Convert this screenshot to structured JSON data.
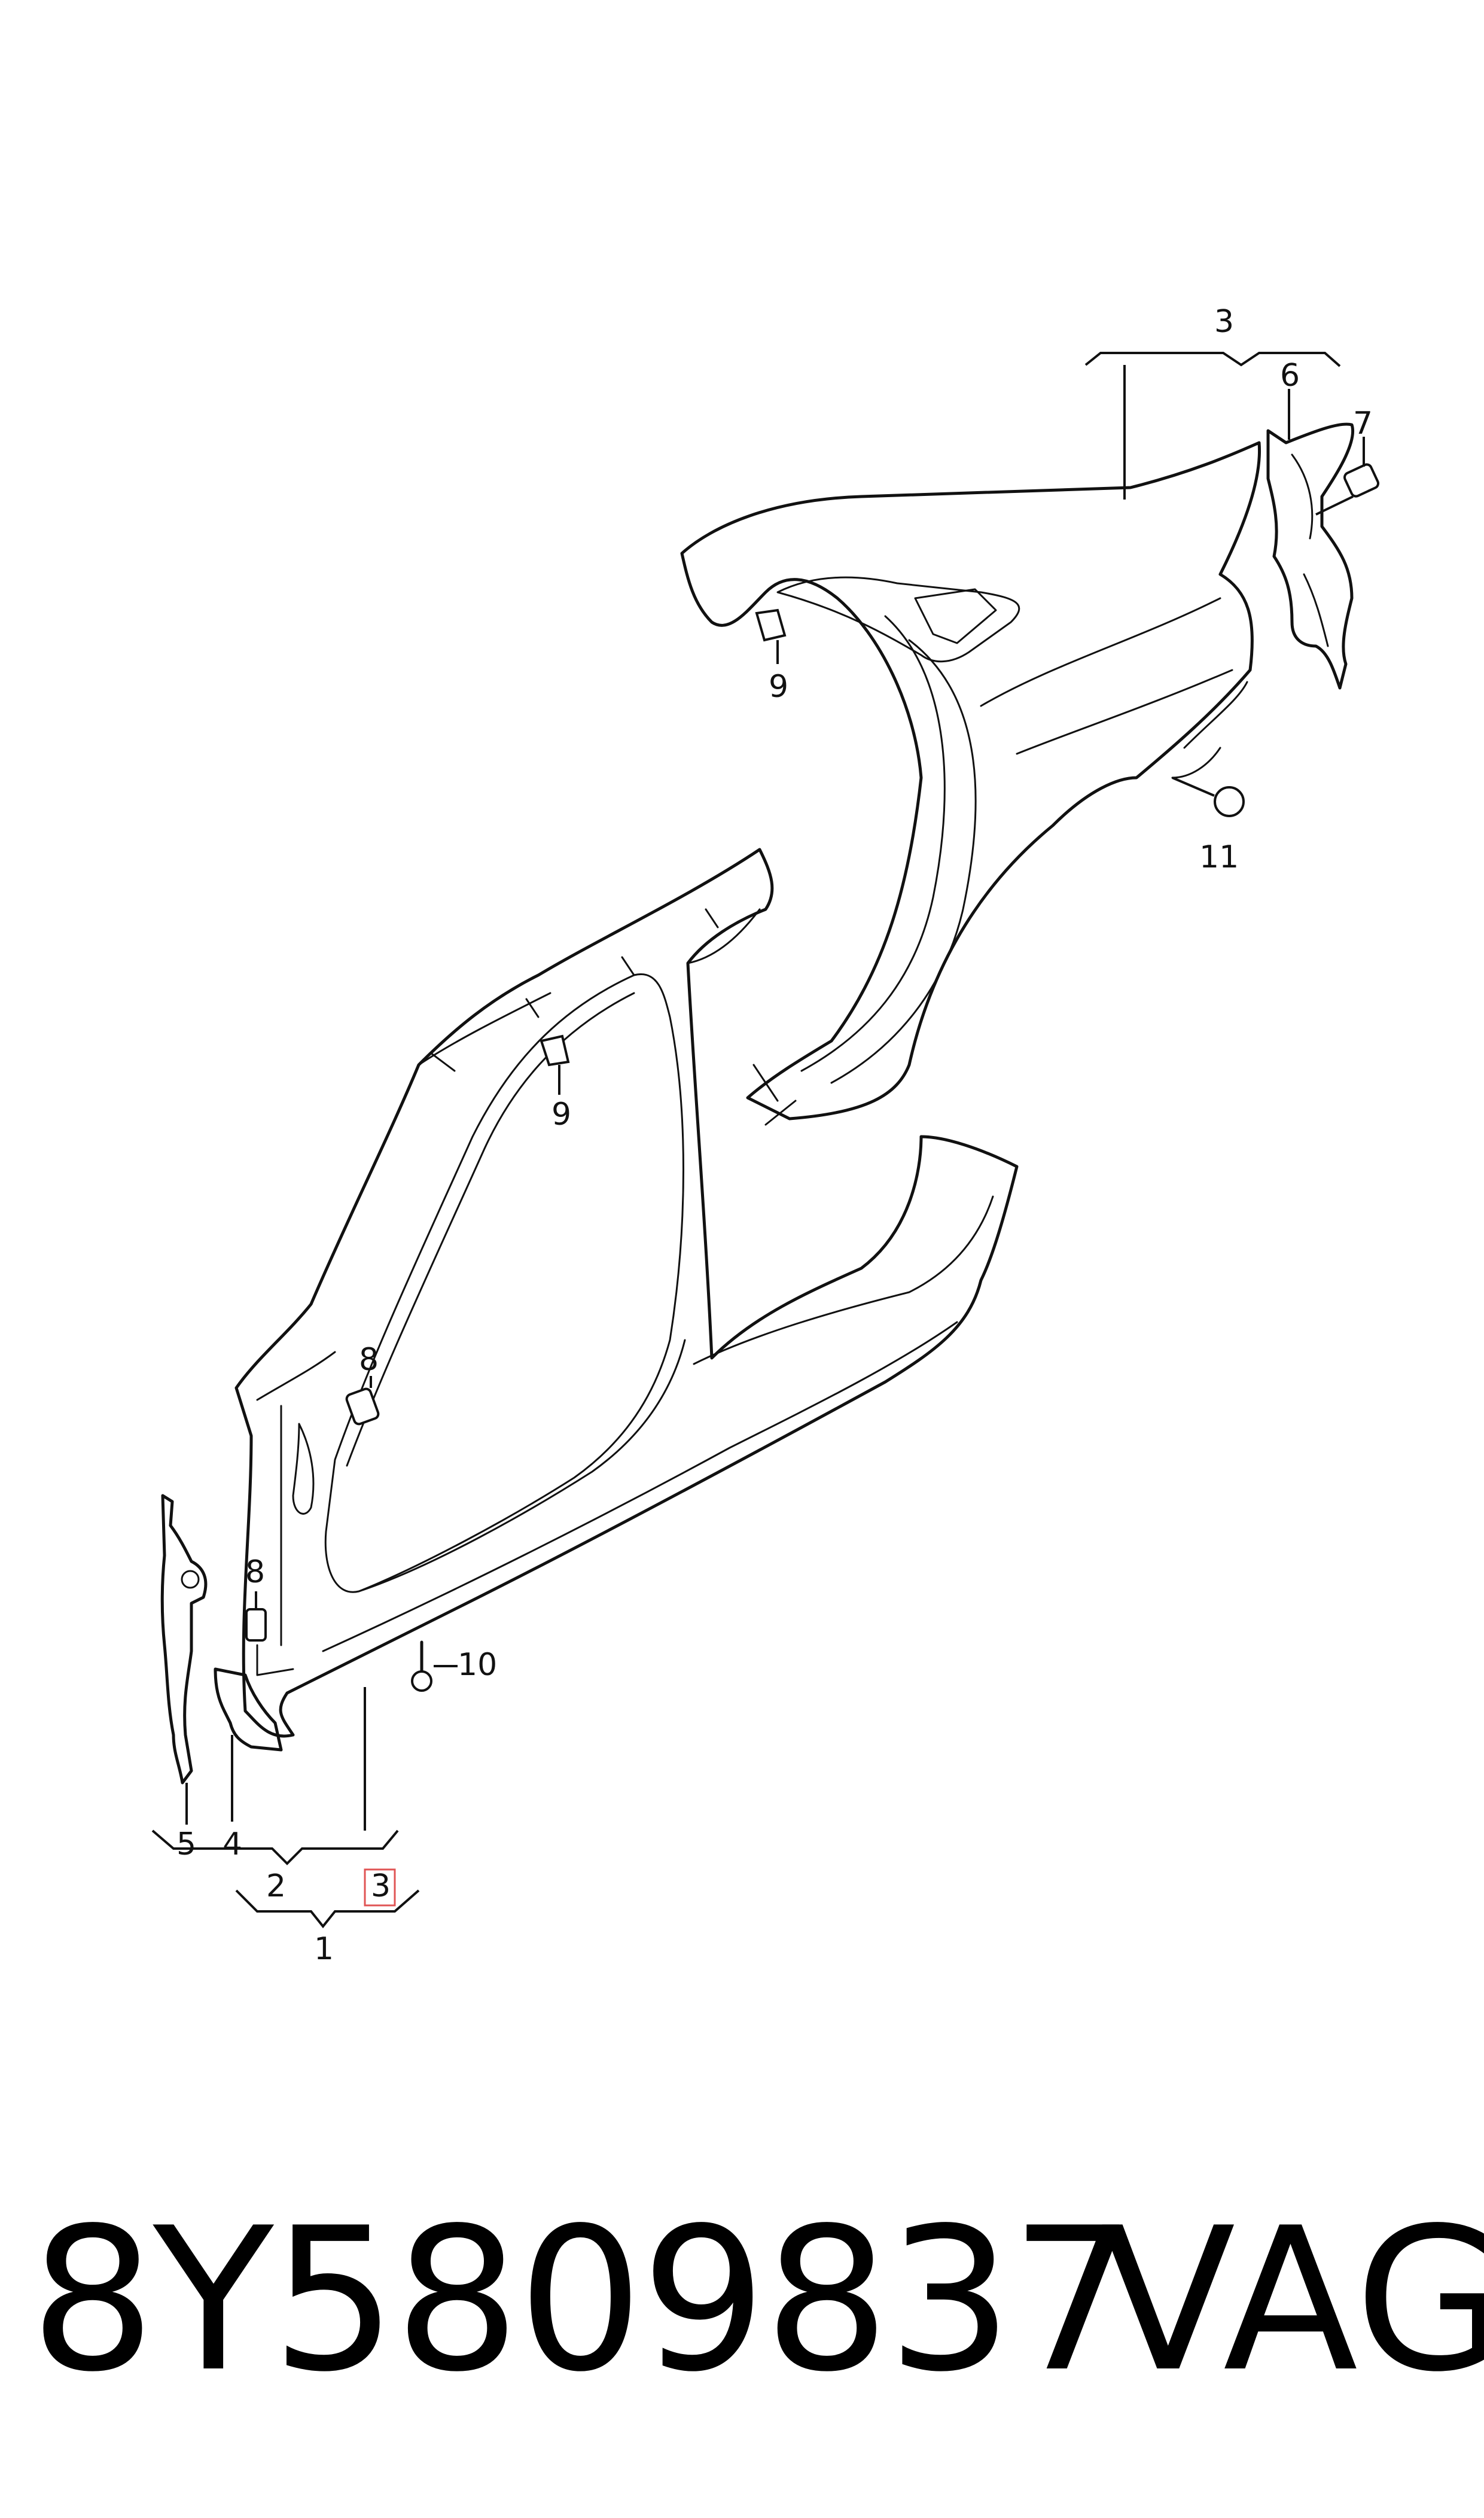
{
  "callouts": {
    "c1": "1",
    "c2": "2",
    "c3_top": "3",
    "c3_bottom": "3",
    "c4": "4",
    "c5": "5",
    "c6": "6",
    "c7": "7",
    "c8_upper": "8",
    "c8_lower": "8",
    "c9_upper": "9",
    "c9_lower": "9",
    "c10": "10",
    "c11": "11"
  },
  "footer": {
    "part_number": "8Y5809837",
    "brand": "VAG"
  },
  "colors": {
    "line": "#111111",
    "highlight_box": "#e05555"
  }
}
